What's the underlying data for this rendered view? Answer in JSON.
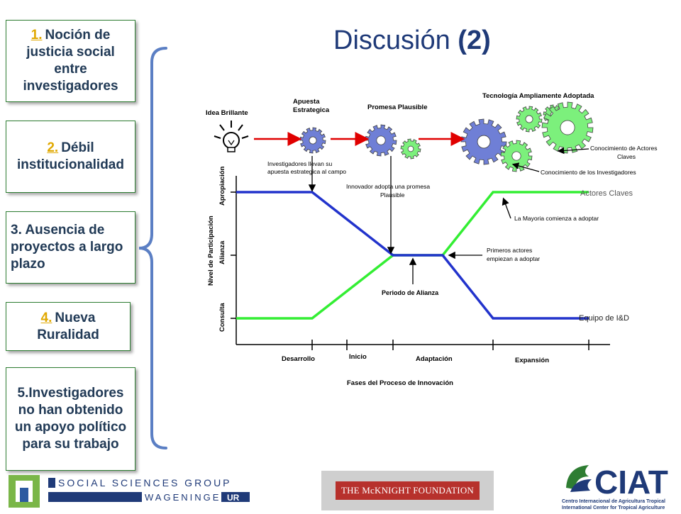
{
  "slide": {
    "title": "Discusión",
    "title_suffix": "(2)"
  },
  "boxes": [
    {
      "num": "1.",
      "text": "Noción de justicia social entre investigadores"
    },
    {
      "num": "2.",
      "text": "Débil institucionalidad"
    },
    {
      "num": "",
      "text": "3. Ausencia de proyectos a largo plazo"
    },
    {
      "num": "4.",
      "text": "Nueva Ruralidad"
    },
    {
      "num": "",
      "text": "5.Investigadores no han obtenido un apoyo político para su trabajo"
    }
  ],
  "diagram": {
    "stages": {
      "idea": "Idea Brillante",
      "apuesta_1": "Apuesta",
      "apuesta_2": "Estrategica",
      "promesa": "Promesa Plausible",
      "tecnologia": "Tecnología Ampliamente Adoptada"
    },
    "annotations": {
      "investigadores_1": "Investigadores llevan su",
      "investigadores_2": "apuesta estrategica al campo",
      "innovador_1": "Innovador adopta una promesa",
      "innovador_2": "Plausible",
      "conocimiento_actores_1": "Conocimiento de Actores",
      "conocimiento_actores_2": "Claves",
      "conocimiento_investigadores": "Conocimiento de los Investigadores",
      "mayoria": "La Mayoria comienza a adoptar",
      "primeros_1": "Primeros actores",
      "primeros_2": "empiezan a adoptar",
      "periodo": "Periodo de Alianza"
    },
    "series": {
      "actores": "Actores Claves",
      "equipo": "Equipo de I&D"
    },
    "y_axis": {
      "label": "Nivel de Participación",
      "levels": [
        "Apropiación",
        "Alianza",
        "Consulta"
      ]
    },
    "x_axis": {
      "label": "Fases del Proceso de Innovación",
      "phases": [
        "Desarrollo",
        "Inicio",
        "Adaptación",
        "Expansión"
      ]
    },
    "colors": {
      "actores": "#33ee33",
      "equipo": "#2233cc"
    }
  },
  "logos": {
    "ssg_top": "SOCIAL SCIENCES GROUP",
    "ssg_bottom": "WAGENINGEN",
    "ssg_ur": "UR",
    "mcknight": "THE McKNIGHT FOUNDATION",
    "ciat": "CIAT",
    "ciat_line1": "Centro Internacional de Agricultura Tropical",
    "ciat_line2": "International Center for Tropical Agriculture"
  }
}
